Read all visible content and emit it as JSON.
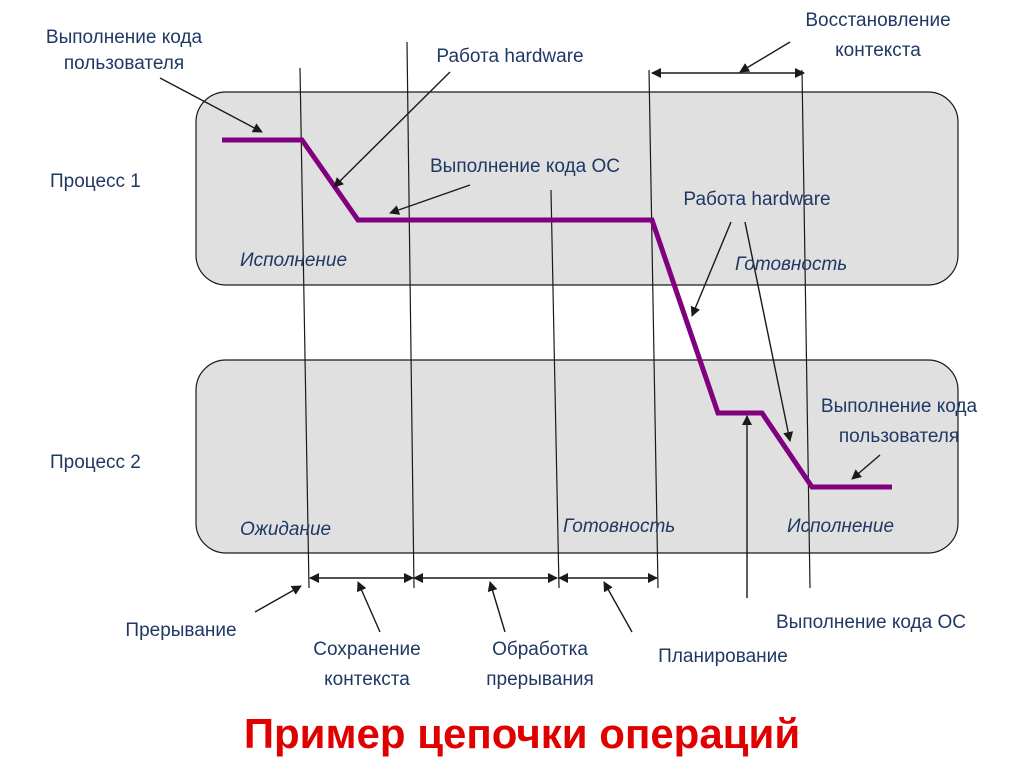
{
  "title": "Пример цепочки операций",
  "colors": {
    "band_fill": "#e0e0e0",
    "band_stroke": "#1a1a1a",
    "path": "#800080",
    "text": "#1f3864",
    "title": "#e00000"
  },
  "processes": {
    "p1": "Процесс 1",
    "p2": "Процесс 2"
  },
  "states": {
    "p1_exec": "Исполнение",
    "p1_ready": "Готовность",
    "p2_wait": "Ожидание",
    "p2_ready": "Готовность",
    "p2_exec": "Исполнение"
  },
  "labels": {
    "user_code_1a": "Выполнение кода",
    "user_code_1b": "пользователя",
    "hardware_1": "Работа hardware",
    "os_code_1": "Выполнение кода ОС",
    "restore_a": "Восстановление",
    "restore_b": "контекста",
    "hardware_2": "Работа hardware",
    "user_code_2a": "Выполнение кода",
    "user_code_2b": "пользователя",
    "interrupt": "Прерывание",
    "save_a": "Сохранение",
    "save_b": "контекста",
    "handling_a": "Обработка",
    "handling_b": "прерывания",
    "scheduling": "Планирование",
    "os_code_2": "Выполнение кода ОС"
  }
}
